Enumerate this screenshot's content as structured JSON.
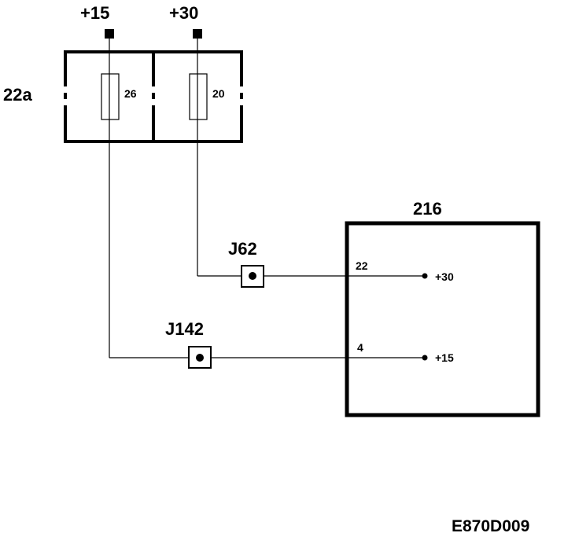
{
  "supply": {
    "terminal_15": "+15",
    "terminal_30": "+30"
  },
  "fuse_box": {
    "label": "22a",
    "fuse_left_number": "26",
    "fuse_right_number": "20"
  },
  "module": {
    "label": "216",
    "pin_top_number": "22",
    "pin_top_signal": "+30",
    "pin_bottom_number": "4",
    "pin_bottom_signal": "+15"
  },
  "connectors": {
    "upper": "J62",
    "lower": "J142"
  },
  "drawing_code": "E870D009"
}
